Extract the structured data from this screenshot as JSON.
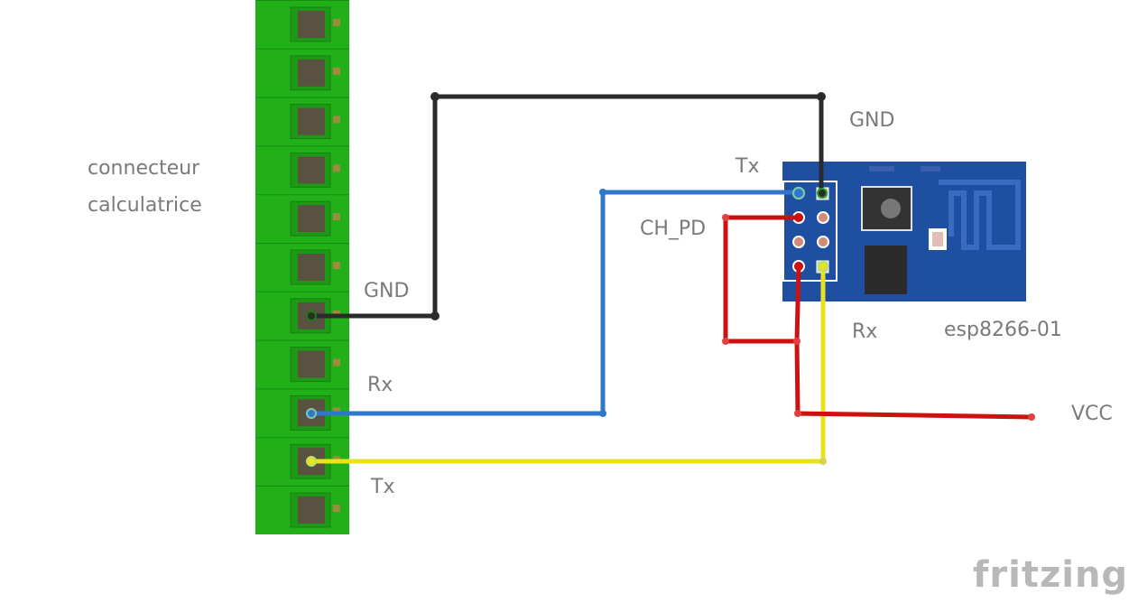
{
  "labels": {
    "connector_line1": "connecteur",
    "connector_line2": "calculatrice",
    "gnd_left": "GND",
    "rx_left": "Rx",
    "tx_left": "Tx",
    "gnd_right": "GND",
    "tx_right": "Tx",
    "ch_pd": "CH_PD",
    "rx_right": "Rx",
    "module_name": "esp8266-01",
    "vcc": "VCC"
  },
  "brand": "fritzing",
  "colors": {
    "connector_green": "#22b019",
    "esp_board_blue": "#1e4fa0",
    "wire_gnd": "#2b2b2b",
    "wire_rx": "#2f78c9",
    "wire_tx": "#e9e21c",
    "wire_vcc": "#cc1111"
  }
}
